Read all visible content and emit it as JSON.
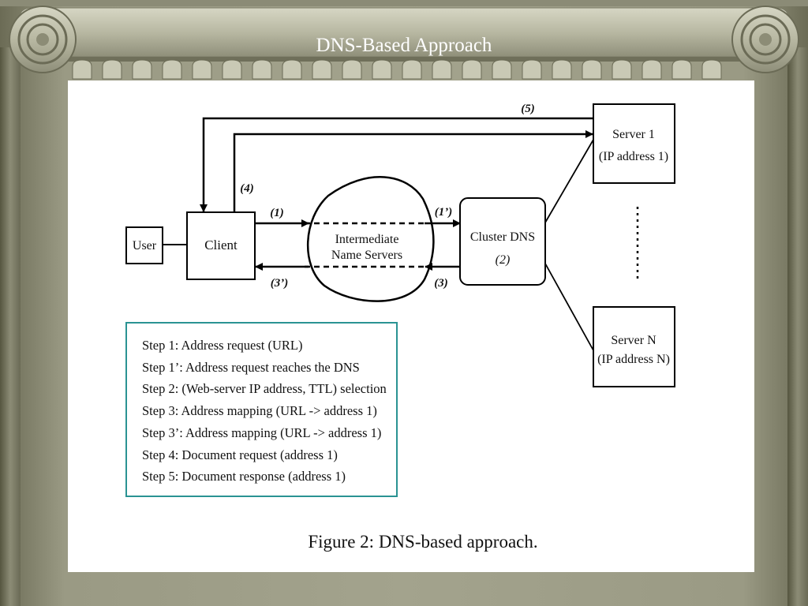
{
  "slide": {
    "title": "DNS-Based Approach"
  },
  "colors": {
    "steps_border": "#2a9393",
    "frame_stone": "#c2c2ae",
    "frame_dark": "#5f5f4c"
  },
  "diagram": {
    "nodes": {
      "user": "User",
      "client": "Client",
      "intermediate": [
        "Intermediate",
        "Name Servers"
      ],
      "cluster_dns": [
        "Cluster DNS",
        "(2)"
      ],
      "server1": [
        "Server 1",
        "(IP address 1)"
      ],
      "serverN": [
        "Server N",
        "(IP address N)"
      ]
    },
    "edge_labels": {
      "step1": "(1)",
      "step1p": "(1’)",
      "step3": "(3)",
      "step3p": "(3’)",
      "step4": "(4)",
      "step5": "(5)"
    },
    "steps": [
      "Step 1: Address request (URL)",
      "Step 1’: Address request reaches the DNS",
      "Step 2: (Web-server IP address, TTL) selection",
      "Step 3: Address mapping (URL -> address 1)",
      "Step 3’: Address mapping (URL -> address 1)",
      "Step 4: Document request (address 1)",
      "Step 5: Document response (address 1)"
    ],
    "caption": {
      "label": "Figure 2:",
      "text": "DNS-based approach."
    }
  }
}
